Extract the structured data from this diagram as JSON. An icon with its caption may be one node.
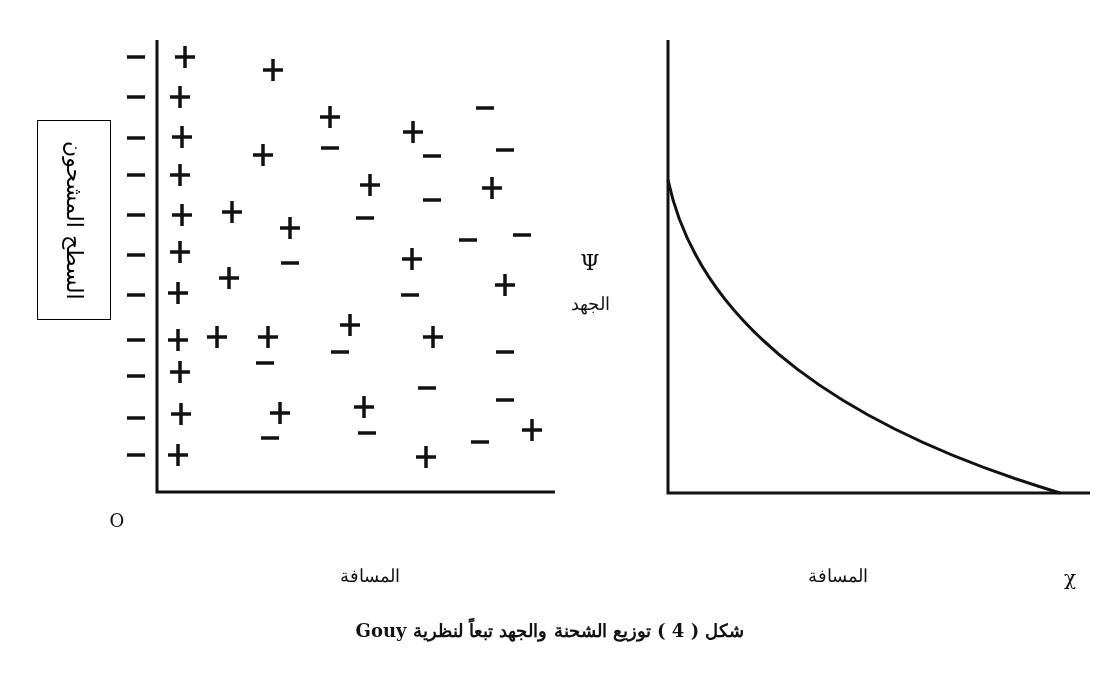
{
  "diagram": {
    "caption": "شكل ( 4 ) توزيع الشحنة والجهد تبعاً لنظرية Gouy",
    "nodes": [
      {
        "text": [
          "السطح المشحون"
        ]
      }
    ],
    "labels": [
      "Ψ",
      "الجهد",
      "O",
      "المسافة",
      "المسافة",
      "χ"
    ]
  }
}
